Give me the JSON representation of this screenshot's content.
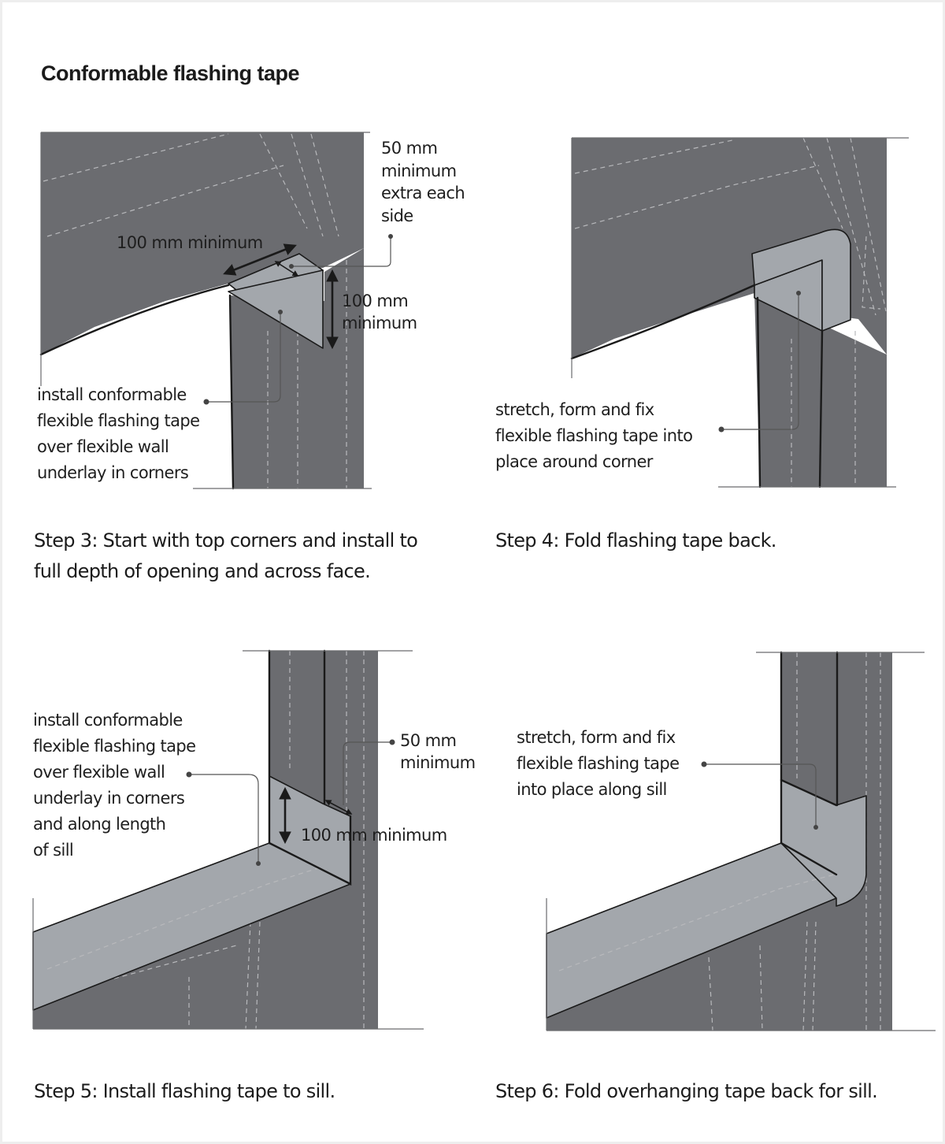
{
  "title": "Conformable flashing tape",
  "colors": {
    "wall": "#6b6c70",
    "tape": "#a3a7ac",
    "outline": "#1a1a1a",
    "dash": "#b8b9bc",
    "text": "#1e1e1e"
  },
  "step3": {
    "caption_line1": "Step 3: Start with top corners and install to",
    "caption_line2": "full depth of opening and across face.",
    "label_extra": [
      "50 mm",
      "minimum",
      "extra each",
      "side"
    ],
    "label_width": "100 mm minimum",
    "label_height": [
      "100 mm",
      "minimum"
    ],
    "label_install": [
      "install conformable",
      "flexible flashing tape",
      "over flexible wall",
      "underlay in corners"
    ]
  },
  "step4": {
    "caption": "Step 4: Fold flashing tape back.",
    "label": [
      "stretch, form and fix",
      "flexible flashing tape into",
      "place around corner"
    ]
  },
  "step5": {
    "caption": "Step 5: Install flashing tape to sill.",
    "label_install": [
      "install conformable",
      "flexible flashing tape",
      "over flexible wall",
      "underlay in corners",
      "and along length",
      "of sill"
    ],
    "label_min": [
      "50 mm",
      "minimum"
    ],
    "label_height": "100 mm minimum"
  },
  "step6": {
    "caption": "Step 6: Fold overhanging tape back for sill.",
    "label": [
      "stretch, form and fix",
      "flexible flashing tape",
      "into place along sill"
    ]
  }
}
